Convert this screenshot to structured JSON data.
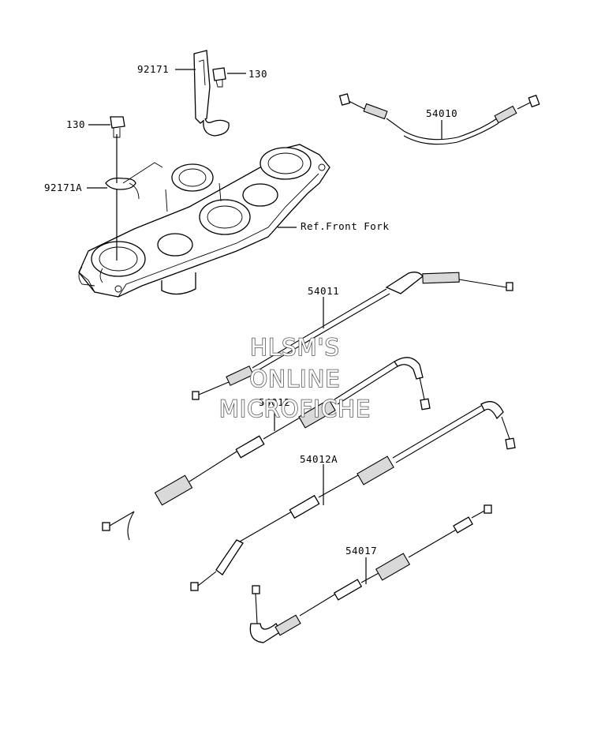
{
  "parts": {
    "p92171": "92171",
    "p130_top": "130",
    "p130_left": "130",
    "p92171A": "92171A",
    "p54010": "54010",
    "ref_front_fork": "Ref.Front Fork",
    "p54011": "54011",
    "p54012": "54012",
    "p54012A": "54012A",
    "p54017": "54017"
  },
  "watermark": {
    "line1": "HLSM'S",
    "line2": "ONLINE",
    "line3": "MICROFICHE"
  }
}
